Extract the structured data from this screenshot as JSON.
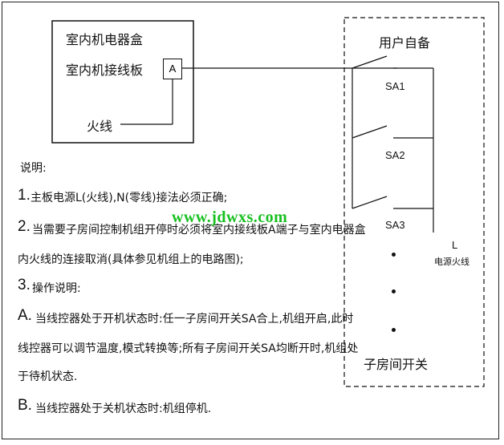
{
  "indoor_box": {
    "line1": "室内机电器盒",
    "line2": "室内机接线板",
    "terminal": "A",
    "live_wire": "火线"
  },
  "user_side": {
    "title": "用户自备",
    "switches": [
      "SA1",
      "SA2",
      "SA3"
    ],
    "l_label": "L",
    "l_desc": "电源火线",
    "room_switch": "子房间开关"
  },
  "notes": {
    "heading": "说明:",
    "n1_num": "1.",
    "n1_text": "主板电源L(火线),N(零线)接法必须正确;",
    "n2_num": "2.",
    "n2_text_a": "当需要子房间控制机组开停时必须将室内接线板A端子与室内电器盒",
    "n2_text_b": "内火线的连接取消(具体参见机组上的电路图);",
    "n3_num": "3.",
    "n3_text": "操作说明:",
    "a_letter": "A.",
    "a_text_a": "当线控器处于开机状态时:任一子房间开关SA合上,机组开启,此时",
    "a_text_b": "线控器可以调节温度,模式转换等;所有子房间开关SA均断开时,机组处",
    "a_text_c": "于待机状态.",
    "b_letter": "B.",
    "b_text": "当线控器处于关机状态时:机组停机."
  },
  "watermark": "www.jdwxs.com"
}
